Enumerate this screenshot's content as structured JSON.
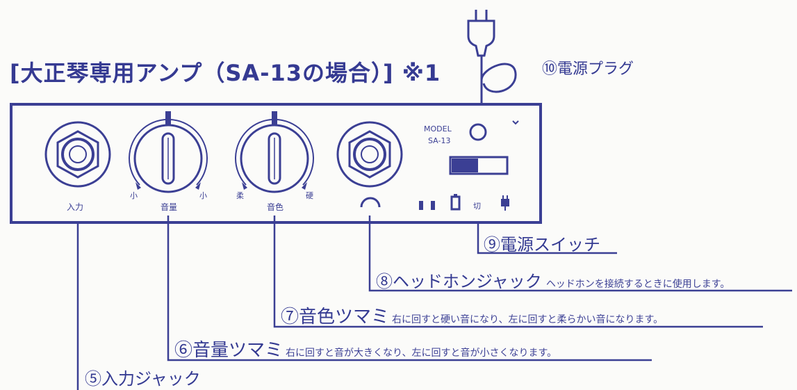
{
  "title": "[大正琴専用アンプ（SA-13の場合）] ※1",
  "model": {
    "line1": "MODEL",
    "line2": "SA-13"
  },
  "panel_labels": {
    "input": "入力",
    "volume": "音量",
    "tone": "音色",
    "small_left": "小",
    "small_right": "小",
    "soft": "柔",
    "hard": "硬",
    "off": "切"
  },
  "callouts": [
    {
      "num": "⑩",
      "label": "電源プラグ",
      "desc": ""
    },
    {
      "num": "⑨",
      "label": "電源スイッチ",
      "desc": ""
    },
    {
      "num": "⑧",
      "label": "ヘッドホンジャック",
      "desc": "ヘッドホンを接続するときに使用します。"
    },
    {
      "num": "⑦",
      "label": "音色ツマミ",
      "desc": "右に回すと硬い音になり、左に回すと柔らかい音になります。"
    },
    {
      "num": "⑥",
      "label": "音量ツマミ",
      "desc": "右に回すと音が大きくなり、左に回すと音が小さくなります。"
    },
    {
      "num": "⑤",
      "label": "入力ジャック",
      "desc": ""
    }
  ],
  "colors": {
    "ink": "#3b3f94",
    "paper": "#fbfbf9"
  }
}
